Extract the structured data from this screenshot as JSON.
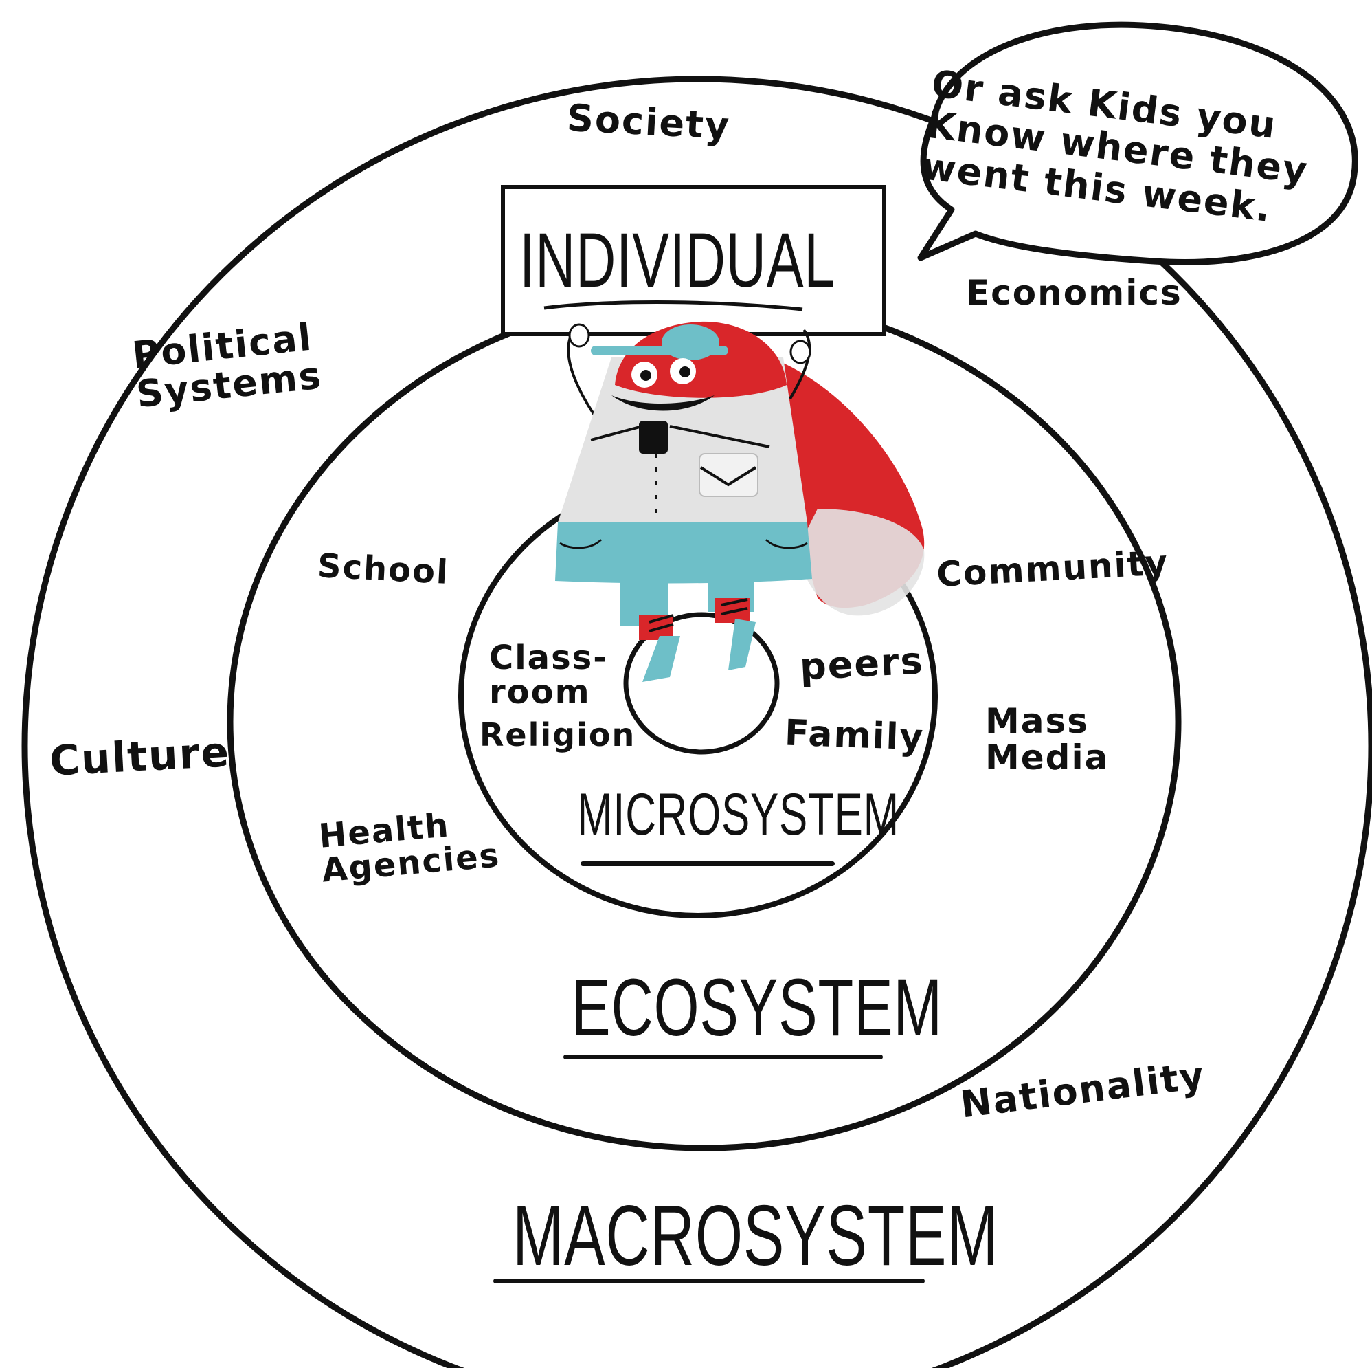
{
  "speech_bubble": {
    "text": "Or ask Kids you\nKnow where they\nwent this week."
  },
  "levels": {
    "individual": "INDIVIDUAL",
    "microsystem": "MICROSYSTEM",
    "ecosystem": "ECOSYSTEM",
    "macrosystem": "MACROSYSTEM"
  },
  "macrosystem_items": {
    "society": "Society",
    "economics": "Economics",
    "political_systems": "Political\nSystems",
    "culture": "Culture",
    "nationality": "Nationality"
  },
  "ecosystem_items": {
    "school": "School",
    "community": "Community",
    "mass_media": "Mass\nMedia",
    "health_agencies": "Health\nAgencies"
  },
  "microsystem_items": {
    "classroom": "Class-\nroom",
    "peers": "peers",
    "religion": "Religion",
    "family": "Family"
  },
  "colors": {
    "ink": "#111111",
    "character_red": "#d9262a",
    "character_teal": "#6ebfc8",
    "character_grey": "#e3e3e3"
  }
}
